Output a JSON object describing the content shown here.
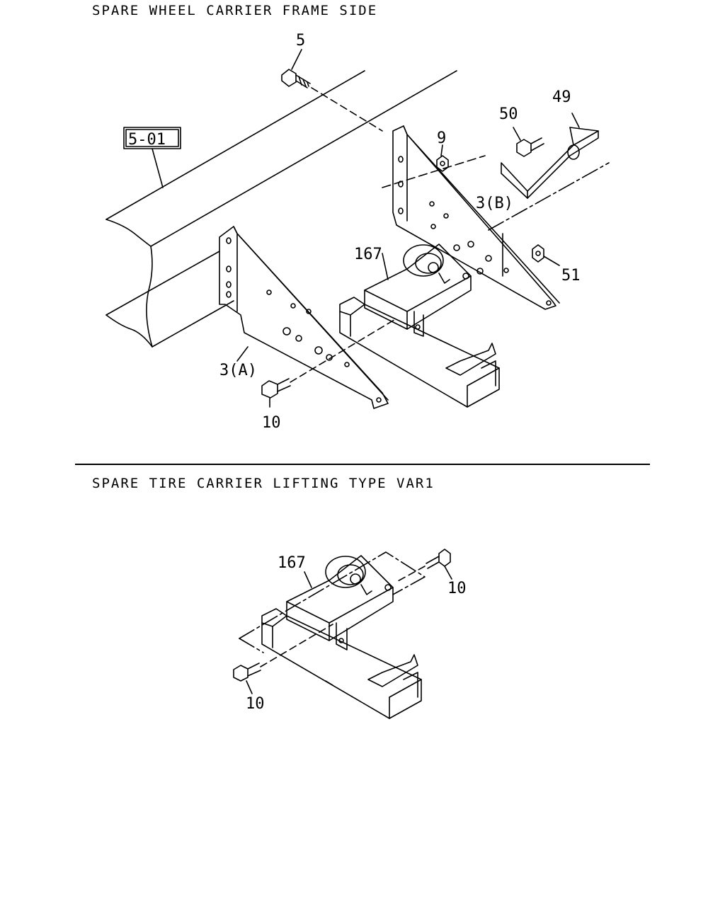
{
  "sections": [
    {
      "title": "SPARE WHEEL CARRIER FRAME SIDE"
    },
    {
      "title": "SPARE TIRE CARRIER LIFTING TYPE VAR1"
    }
  ],
  "callouts_top": {
    "ref_box": "5-01",
    "bolt_top": "5",
    "nut_9": "9",
    "cover_49": "49",
    "bolt_50": "50",
    "bracket_b": "3(B)",
    "winch": "167",
    "nut_51": "51",
    "bracket_a": "3(A)",
    "bolt_10": "10"
  },
  "callouts_bottom": {
    "winch": "167",
    "bolt_right": "10",
    "bolt_left": "10"
  }
}
